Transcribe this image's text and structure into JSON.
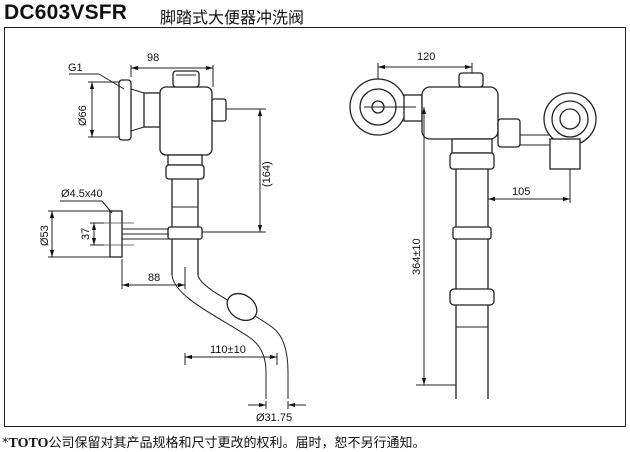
{
  "header": {
    "model": "DC603VSFR",
    "product_name": "脚踏式大便器冲洗阀"
  },
  "drawing": {
    "dimensions": {
      "top_width_left": "98",
      "thread": "G1",
      "diameter_inlet": "Ø66",
      "height_164": "(164)",
      "screw": "Ø4.5x40",
      "diameter_53": "Ø53",
      "dim_37": "37",
      "dim_88": "88",
      "offset_110": "110±10",
      "pipe_diameter": "Ø31.75",
      "top_width_right": "120",
      "pedal_offset": "105",
      "height_364": "364±10"
    }
  },
  "footer": {
    "star": "*",
    "brand": "TOTO",
    "notice": "公司保留对其产品规格和尺寸更改的权利。届时，恕不另行通知。"
  }
}
